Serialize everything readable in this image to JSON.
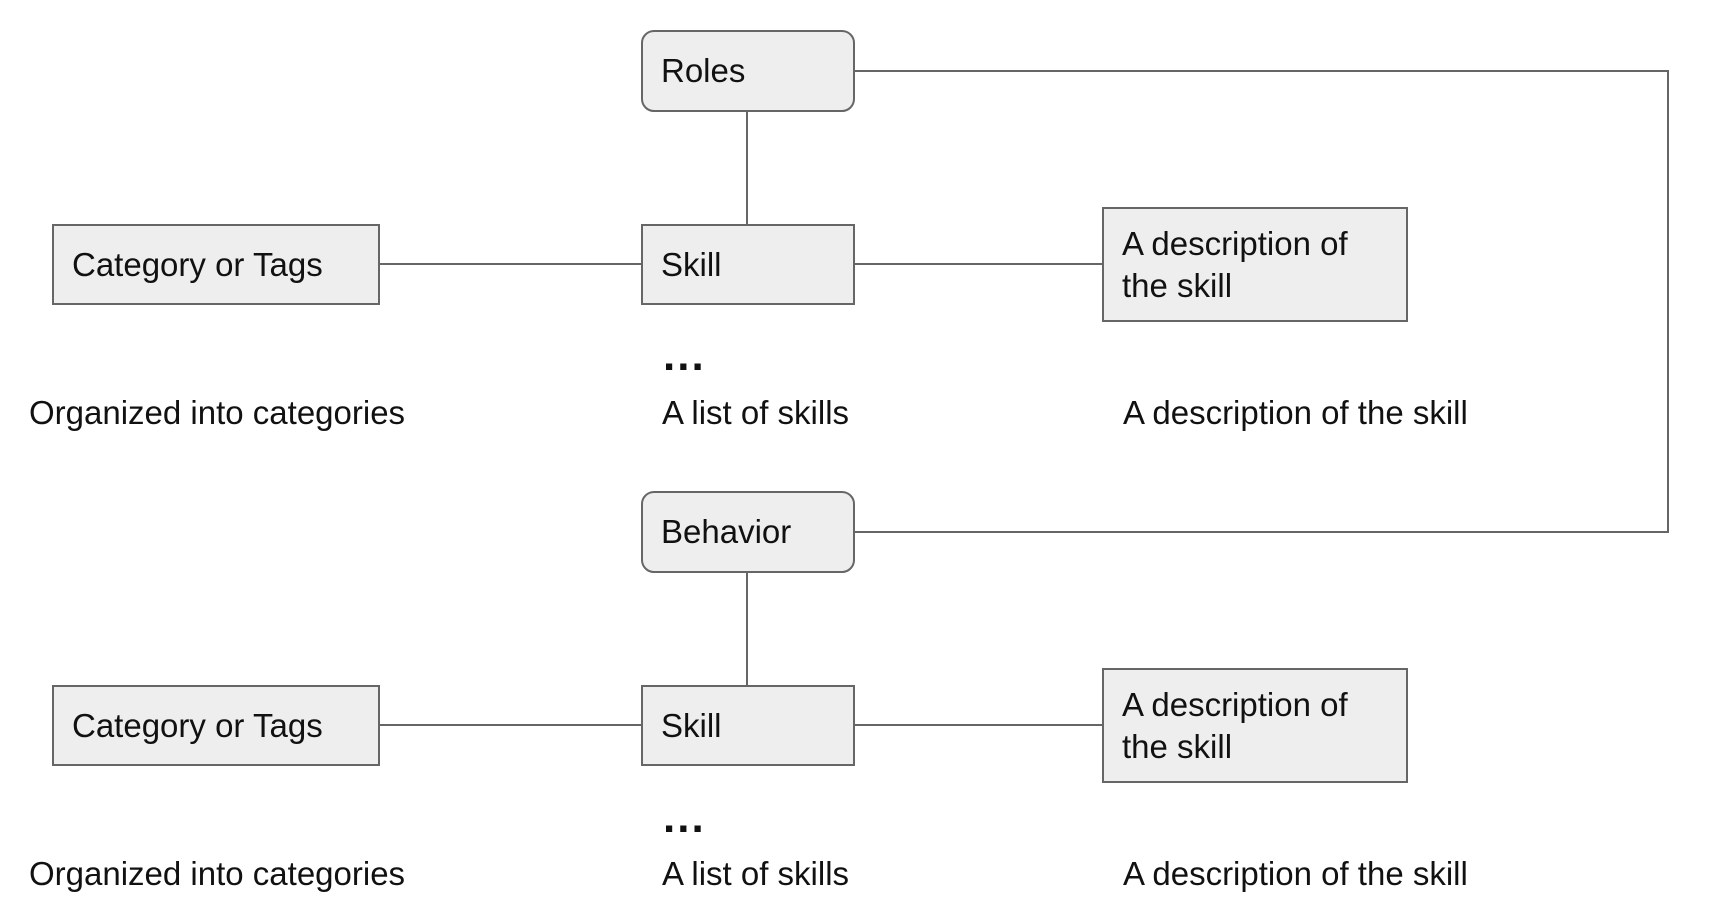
{
  "colors": {
    "node_fill": "#eeeeee",
    "node_border": "#666666",
    "connector": "#666666",
    "text": "#111111",
    "background": "#ffffff"
  },
  "roles_group": {
    "root": "Roles",
    "category": "Category or Tags",
    "skill": "Skill",
    "description": "A description of the skill",
    "ellipsis": "...",
    "captions": {
      "category": "Organized into categories",
      "skills": "A list of skills",
      "description": "A description of the skill"
    }
  },
  "behavior_group": {
    "root": "Behavior",
    "category": "Category or Tags",
    "skill": "Skill",
    "description": "A description of the skill",
    "ellipsis": "...",
    "captions": {
      "category": "Organized into categories",
      "skills": "A list of skills",
      "description": "A description of the skill"
    }
  }
}
